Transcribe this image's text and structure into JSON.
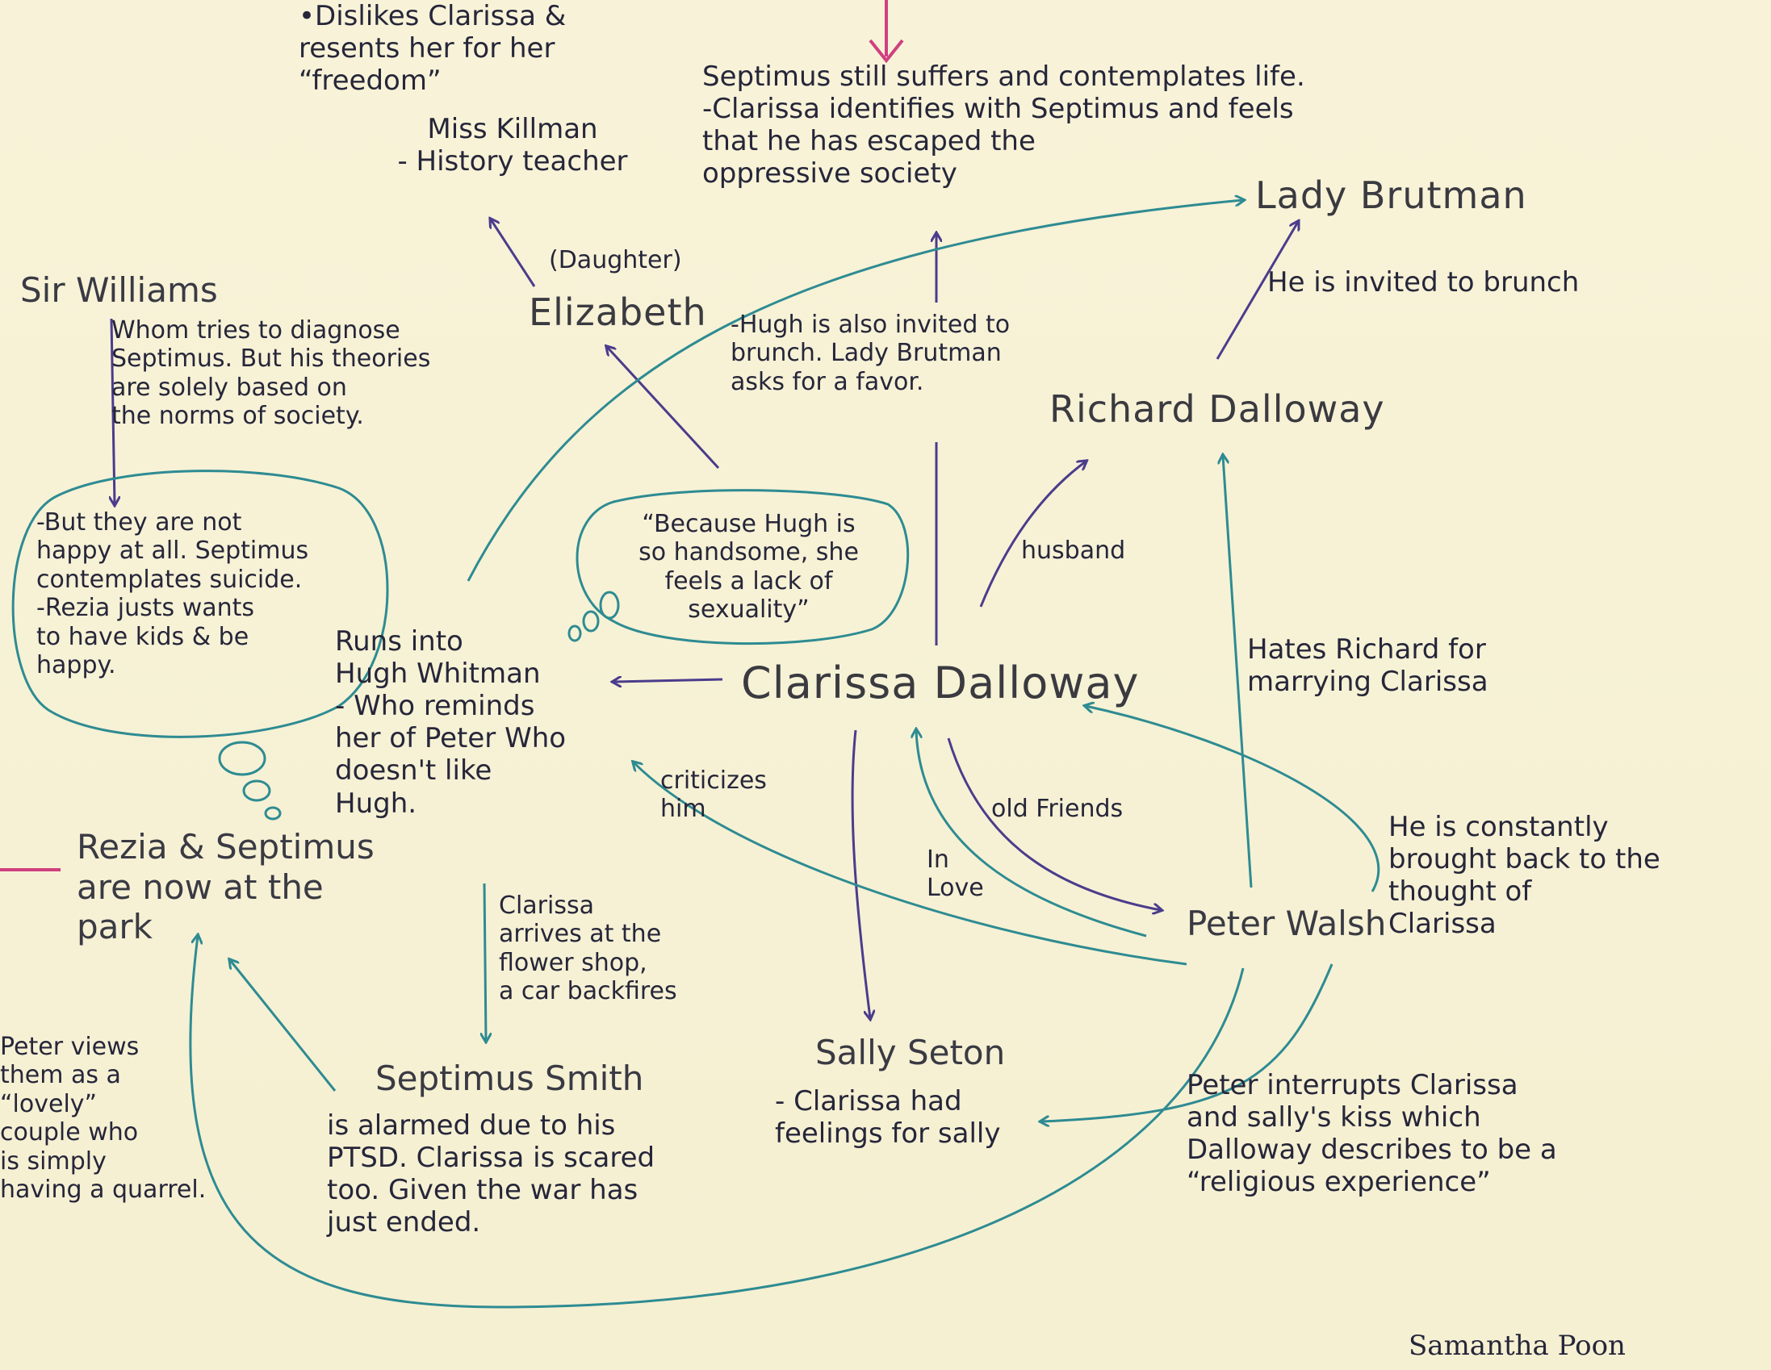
{
  "colors": {
    "paper": "#f7f2d4",
    "teal_ink": "#2e8b92",
    "purple_ink": "#4b3c8c",
    "pink_ink": "#d0407f",
    "text_ink": "#26263a"
  },
  "nodes": {
    "clarissa": "Clarissa Dalloway",
    "richard": "Richard Dalloway",
    "lady_brutman": "Lady Brutman",
    "elizabeth": "Elizabeth",
    "daughter": "(Daughter)",
    "peter": "Peter Walsh",
    "sally": "Sally Seton",
    "sir_williams": "Sir Williams",
    "septimus_smith": "Septimus Smith",
    "rezia_septimus": "Rezia & Septimus\nare now at the\npark",
    "miss_killman": "Miss Killman\n- History teacher"
  },
  "notes": {
    "killman_dislikes": "•Dislikes Clarissa &\nresents her for her\n“freedom”",
    "septimus_suffers": "Septimus still suffers and contemplates life.\n-Clarissa identifies with Septimus and feels\nthat he has escaped the\noppressive society",
    "sir_williams_desc": "Whom tries to diagnose\nSeptimus. But his theories\nare solely based on\nthe norms of society.",
    "bubble_not_happy": "-But they are not\nhappy at all. Septimus\ncontemplates suicide.\n-Rezia justs wants\nto have kids & be\nhappy.",
    "bubble_hugh": "“Because Hugh is\nso handsome, she\nfeels a lack of\nsexuality”",
    "hugh_brunch": "-Hugh is also invited to\nbrunch. Lady Brutman\nasks for a favor.",
    "invited_brunch": "He is invited to brunch",
    "runs_into": "Runs into\nHugh Whitman\n- Who reminds\nher of Peter Who\ndoesn't like\nHugh.",
    "criticizes": "criticizes\nhim",
    "husband": "husband",
    "hates_richard": "Hates Richard for\nmarrying Clarissa",
    "old_friends": "old Friends",
    "in_love": "In\nLove",
    "constantly": "He is constantly\nbrought back to the\nthought of\nClarissa",
    "flower_shop": "Clarissa\narrives at the\nflower shop,\na car backfires",
    "septimus_alarmed": "is alarmed due to his\nPTSD. Clarissa is scared\ntoo. Given the war has\njust ended.",
    "sally_feelings": "- Clarissa had\nfeelings for sally",
    "peter_views": "Peter views\nthem as a\n“lovely”\ncouple who\nis simply\nhaving a quarrel.",
    "peter_interrupts": "Peter interrupts Clarissa\nand sally's kiss which\nDalloway describes to be a\n“religious experience”",
    "signature": "Samantha Poon"
  }
}
